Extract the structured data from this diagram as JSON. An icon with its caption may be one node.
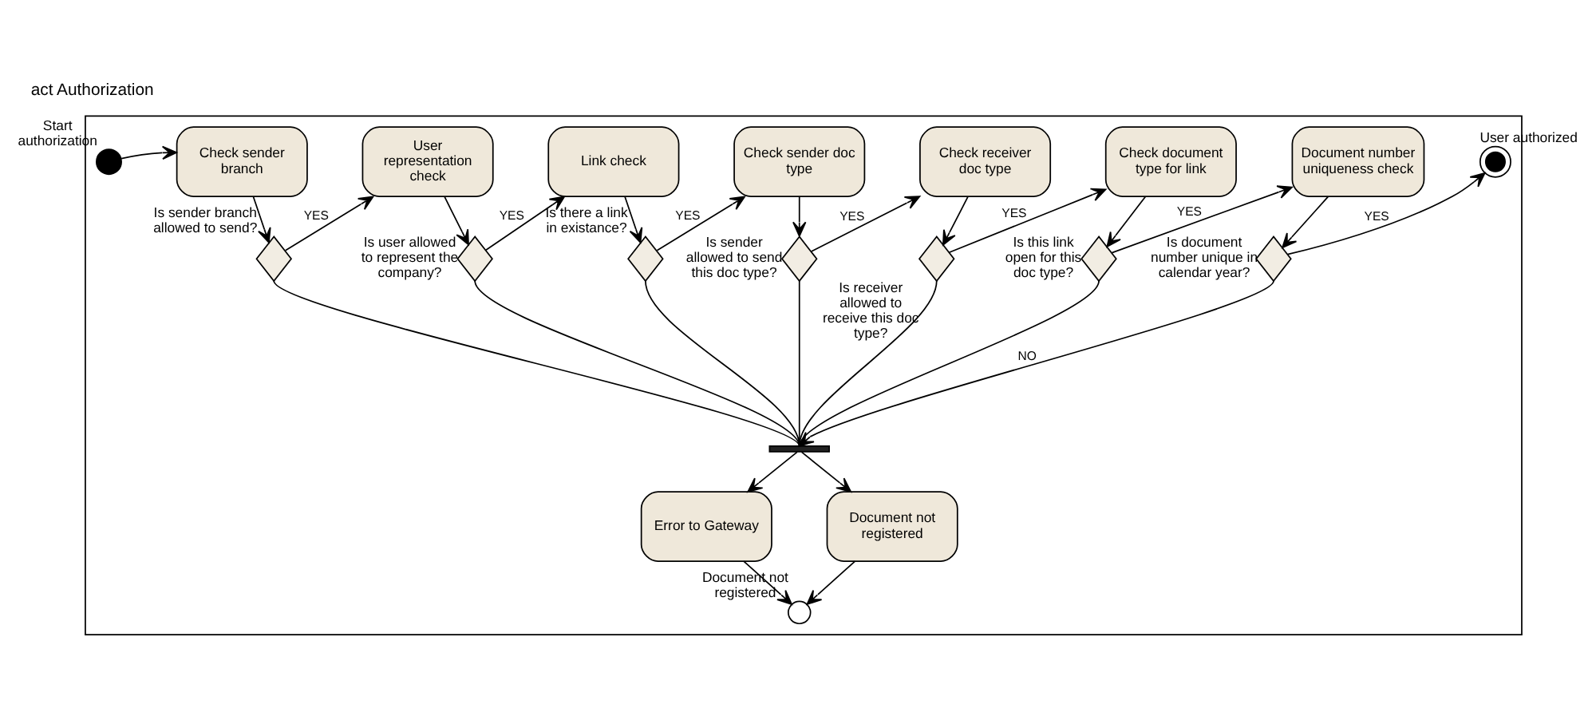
{
  "diagram": {
    "title": "act Authorization",
    "nodes": [
      {
        "text": [],
        "shape": "band"
      },
      {
        "text": [],
        "shape": "circle",
        "beside": [
          "Start authorization"
        ],
        "in": 0
      },
      {
        "text": [
          "Check sender branch"
        ],
        "in": 0
      },
      {
        "text": [],
        "shape": "diamond",
        "beside": [
          "Is sender branch allowed to send?"
        ],
        "in": 0
      },
      {
        "text": [
          "User representation check"
        ],
        "in": 0
      },
      {
        "text": [],
        "shape": "diamond",
        "beside": [
          "Is user allowed to represent the company?"
        ],
        "in": 0
      },
      {
        "text": [
          "Link check"
        ],
        "in": 0
      },
      {
        "text": [],
        "shape": "diamond",
        "beside": [
          "Is there a link in existance?"
        ],
        "in": 0
      },
      {
        "text": [
          "Check sender doc type"
        ],
        "in": 0
      },
      {
        "text": [],
        "shape": "diamond",
        "beside": [
          "Is sender allowed to send this doc type?"
        ],
        "in": 0
      },
      {
        "text": [
          "Check receiver doc type"
        ],
        "in": 0
      },
      {
        "text": [],
        "shape": "diamond",
        "beside": [
          "Is receiver allowed to receive this doc type?"
        ],
        "in": 0
      },
      {
        "text": [
          "Check document type for link"
        ],
        "in": 0
      },
      {
        "text": [],
        "shape": "diamond",
        "beside": [
          "Is this link open for this doc type?"
        ],
        "in": 0
      },
      {
        "text": [
          "Document number uniqueness check"
        ],
        "in": 0
      },
      {
        "text": [],
        "shape": "diamond",
        "beside": [
          "Is document number unique in calendar year?"
        ],
        "in": 0
      },
      {
        "text": [],
        "shape": "circle",
        "beside": [
          "User authorized"
        ],
        "in": 0
      },
      {
        "text": [],
        "shape": "bar",
        "in": 0
      },
      {
        "text": [
          "Error to Gateway"
        ],
        "in": 0
      },
      {
        "text": [
          "Document not registered"
        ],
        "in": 0
      },
      {
        "text": [],
        "shape": "circle",
        "beside": [
          "Document not registered"
        ],
        "in": 0
      }
    ],
    "edges": [
      {
        "from": 1,
        "to": 2,
        "arrow": "to"
      },
      {
        "from": 2,
        "to": 3,
        "arrow": "to"
      },
      {
        "from": 3,
        "to": 4,
        "arrow": "to",
        "label": "YES"
      },
      {
        "from": 4,
        "to": 5,
        "arrow": "to"
      },
      {
        "from": 5,
        "to": 6,
        "arrow": "to",
        "label": "YES"
      },
      {
        "from": 6,
        "to": 7,
        "arrow": "to"
      },
      {
        "from": 7,
        "to": 8,
        "arrow": "to",
        "label": "YES"
      },
      {
        "from": 8,
        "to": 9,
        "arrow": "to"
      },
      {
        "from": 9,
        "to": 10,
        "arrow": "to",
        "label": "YES"
      },
      {
        "from": 10,
        "to": 11,
        "arrow": "to"
      },
      {
        "from": 11,
        "to": 12,
        "arrow": "to",
        "label": "YES"
      },
      {
        "from": 12,
        "to": 13,
        "arrow": "to"
      },
      {
        "from": 13,
        "to": 14,
        "arrow": "to",
        "label": "YES"
      },
      {
        "from": 14,
        "to": 15,
        "arrow": "to"
      },
      {
        "from": 15,
        "to": 16,
        "arrow": "to",
        "label": "YES"
      },
      {
        "from": 3,
        "to": 17,
        "arrow": "none"
      },
      {
        "from": 5,
        "to": 17,
        "arrow": "none"
      },
      {
        "from": 7,
        "to": 17,
        "arrow": "none"
      },
      {
        "from": 9,
        "to": 17,
        "arrow": "none"
      },
      {
        "from": 11,
        "to": 17,
        "arrow": "none"
      },
      {
        "from": 13,
        "to": 17,
        "arrow": "none"
      },
      {
        "from": 15,
        "to": 17,
        "arrow": "to",
        "label": "NO"
      },
      {
        "from": 17,
        "to": 18,
        "arrow": "to"
      },
      {
        "from": 17,
        "to": 19,
        "arrow": "to"
      },
      {
        "from": 18,
        "to": 20,
        "arrow": "to"
      },
      {
        "from": 19,
        "to": 20,
        "arrow": "to"
      }
    ]
  }
}
